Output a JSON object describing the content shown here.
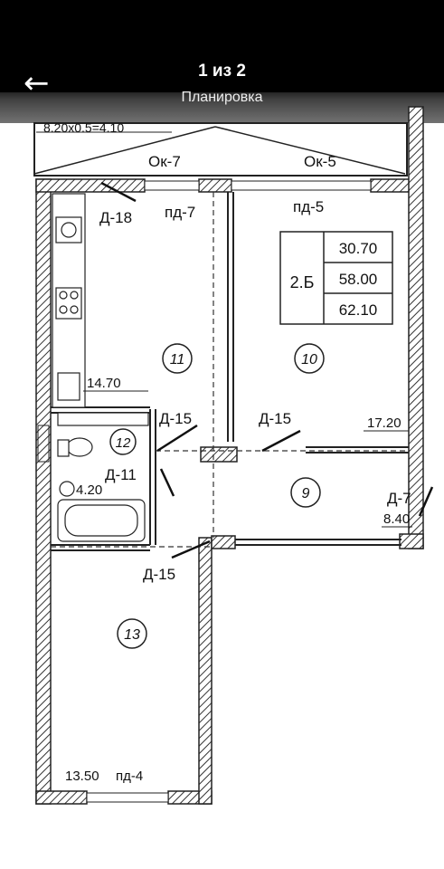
{
  "header": {
    "counter": "1 из 2",
    "caption": "Планировка",
    "back_icon": "arrow-left-icon"
  },
  "plan": {
    "balcony_formula": "8.20x0.5=4.10",
    "windows": [
      "Ок-7",
      "Ок-5"
    ],
    "openings": {
      "d18": "Д-18",
      "pd7": "пд-7",
      "pd5": "пд-5",
      "d15_a": "Д-15",
      "d15_b": "Д-15",
      "d15_c": "Д-15",
      "d11": "Д-11",
      "d7": "Д-7",
      "pd4": "пд-4"
    },
    "apartment": {
      "type": "2.Б",
      "areas": [
        "30.70",
        "58.00",
        "62.10"
      ]
    },
    "rooms": {
      "r11": {
        "num": "11",
        "area": "14.70"
      },
      "r10": {
        "num": "10",
        "area": "17.20"
      },
      "r12": {
        "num": "12",
        "area": "4.20"
      },
      "r9": {
        "num": "9",
        "area": "8.40"
      },
      "r13": {
        "num": "13",
        "area": "13.50"
      }
    }
  }
}
